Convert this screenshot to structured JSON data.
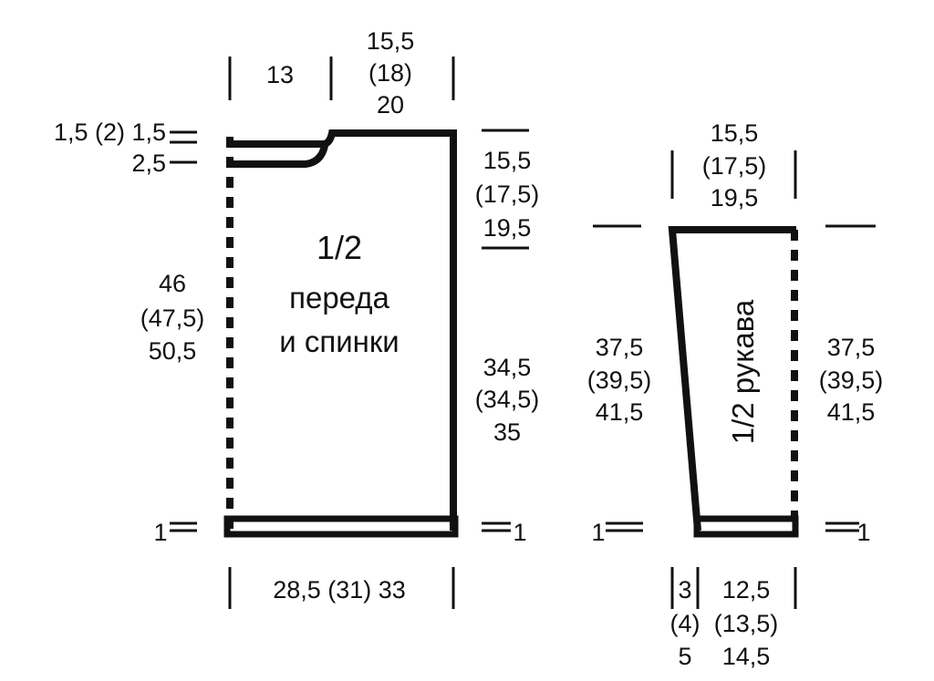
{
  "colors": {
    "ink": "#111111",
    "background": "#ffffff"
  },
  "body_piece": {
    "title": [
      "1/2",
      "переда",
      "и спинки"
    ],
    "neck_width": "13",
    "shoulder_width": [
      "15,5",
      "(18)",
      "20"
    ],
    "neck_drop_labels": [
      "1,5 (2) 1,5",
      "2,5"
    ],
    "side_height": [
      "46",
      "(47,5)",
      "50,5"
    ],
    "armhole_depth": [
      "15,5",
      "(17,5)",
      "19,5"
    ],
    "side_seam_length": [
      "34,5",
      "(34,5)",
      "35"
    ],
    "bottom_width": "28,5 (31) 33",
    "rib_left": "1",
    "rib_right": "1"
  },
  "sleeve_piece": {
    "title": "1/2 рукава",
    "top_width": [
      "15,5",
      "(17,5)",
      "19,5"
    ],
    "left_length": [
      "37,5",
      "(39,5)",
      "41,5"
    ],
    "right_length": [
      "37,5",
      "(39,5)",
      "41,5"
    ],
    "bottom_left": [
      "3",
      "(4)",
      "5"
    ],
    "bottom_right": [
      "12,5",
      "(13,5)",
      "14,5"
    ],
    "rib_left": "1",
    "rib_right": "1"
  }
}
